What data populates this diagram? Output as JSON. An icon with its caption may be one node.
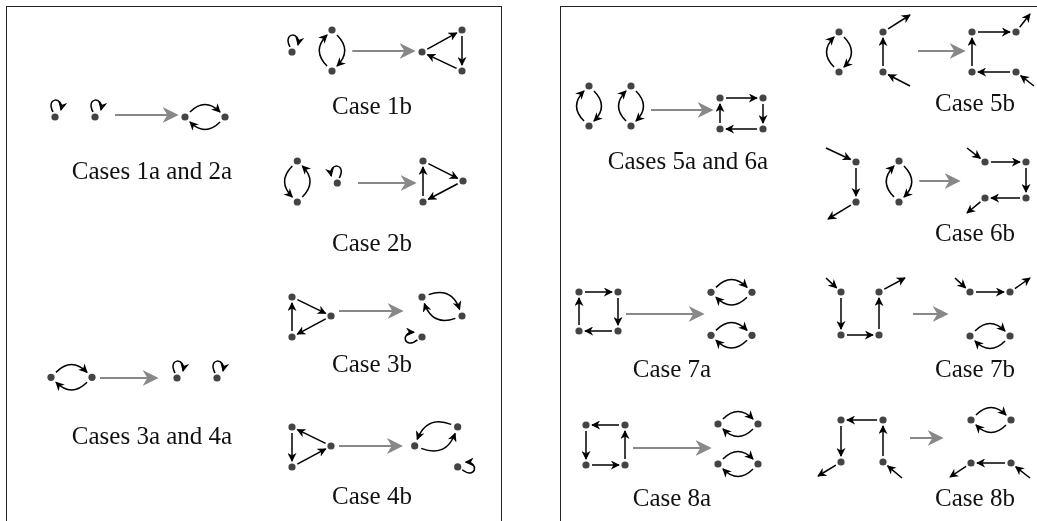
{
  "diagram": {
    "nodes": [
      {
        "text": [],
        "shape": "box"
      },
      {
        "text": [],
        "shape": "box"
      },
      {
        "text": [],
        "shape": "picture",
        "in": 0
      },
      {
        "text": [],
        "shape": "picture",
        "in": 0
      },
      {
        "text": [],
        "shape": "picture",
        "in": 0
      },
      {
        "text": [],
        "shape": "picture",
        "in": 0
      },
      {
        "text": [],
        "shape": "picture",
        "in": 0
      },
      {
        "text": [],
        "shape": "picture",
        "in": 0
      },
      {
        "text": [],
        "shape": "picture",
        "in": 0
      },
      {
        "text": [],
        "shape": "picture",
        "in": 0
      },
      {
        "text": [],
        "shape": "picture",
        "in": 0
      },
      {
        "text": [],
        "shape": "picture",
        "in": 0
      },
      {
        "text": [],
        "shape": "picture",
        "in": 0
      },
      {
        "text": [],
        "shape": "picture",
        "in": 0
      },
      {
        "text": [],
        "shape": "picture",
        "in": 1
      },
      {
        "text": [],
        "shape": "picture",
        "in": 1
      },
      {
        "text": [],
        "shape": "picture",
        "in": 1
      },
      {
        "text": [],
        "shape": "picture",
        "in": 1
      },
      {
        "text": [],
        "shape": "picture",
        "in": 1
      },
      {
        "text": [],
        "shape": "picture",
        "in": 1
      },
      {
        "text": [],
        "shape": "picture",
        "in": 1
      },
      {
        "text": [],
        "shape": "picture",
        "in": 1
      },
      {
        "text": [],
        "shape": "picture",
        "in": 1
      },
      {
        "text": [],
        "shape": "picture",
        "in": 1
      },
      {
        "text": [],
        "shape": "picture",
        "in": 1
      },
      {
        "text": [],
        "shape": "picture",
        "in": 1
      },
      {
        "text": [],
        "shape": "picture",
        "in": 1
      },
      {
        "text": [],
        "shape": "picture",
        "in": 1
      }
    ],
    "edges": [
      {
        "from": 2,
        "to": 3,
        "arrow": "to"
      },
      {
        "from": 4,
        "to": 5,
        "arrow": "to"
      },
      {
        "from": 6,
        "to": 7,
        "arrow": "to"
      },
      {
        "from": 8,
        "to": 9,
        "arrow": "to"
      },
      {
        "from": 10,
        "to": 11,
        "arrow": "to"
      },
      {
        "from": 12,
        "to": 13,
        "arrow": "to"
      },
      {
        "from": 14,
        "to": 15,
        "arrow": "to"
      },
      {
        "from": 16,
        "to": 17,
        "arrow": "to"
      },
      {
        "from": 18,
        "to": 19,
        "arrow": "to"
      },
      {
        "from": 20,
        "to": 21,
        "arrow": "to"
      },
      {
        "from": 22,
        "to": 23,
        "arrow": "to"
      },
      {
        "from": 24,
        "to": 25,
        "arrow": "to"
      },
      {
        "from": 26,
        "to": 27,
        "arrow": "to"
      }
    ],
    "labels": [
      "Case 1b",
      "Cases 1a and 2a",
      "Case 2b",
      "Case 3b",
      "Cases 3a and 4a",
      "Case 4b",
      "Case 5b",
      "Cases 5a and 6a",
      "Case 6b",
      "Case 7a",
      "Case 7b",
      "Case 8a",
      "Case 8b"
    ]
  }
}
